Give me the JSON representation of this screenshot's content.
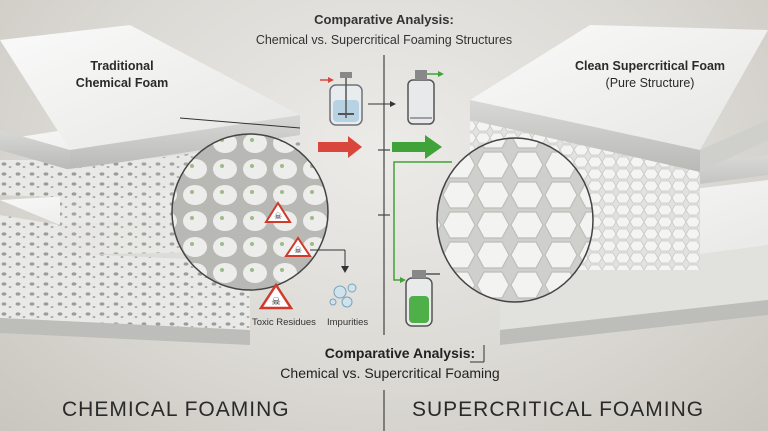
{
  "header": {
    "title": "Comparative Analysis:",
    "subtitle": "Chemical vs. Supercritical Foaming Structures"
  },
  "left_panel": {
    "label_line1": "Traditional",
    "label_line2": "Chemical Foam",
    "bottom_label": "CHEMICAL FOAMING",
    "legend_toxic": "Toxic Residues",
    "legend_impurities": "Impurities",
    "arrow_color": "#d9463c"
  },
  "right_panel": {
    "label_line1": "Clean Supercritical Foam",
    "label_line2": "(Pure Structure)",
    "bottom_label": "SUPERCRITICAL FOAMING",
    "arrow_color": "#3fa33a",
    "liquid_color": "#4fb04a"
  },
  "footer": {
    "title": "Comparative Analysis:",
    "subtitle": "Chemical vs. Supercritical Foaming"
  },
  "icons": [
    "reactor-vessel-icon",
    "pressure-vessel-icon",
    "green-liquid-vessel-icon",
    "biohazard-warning-icon",
    "impurity-bubbles-icon"
  ]
}
